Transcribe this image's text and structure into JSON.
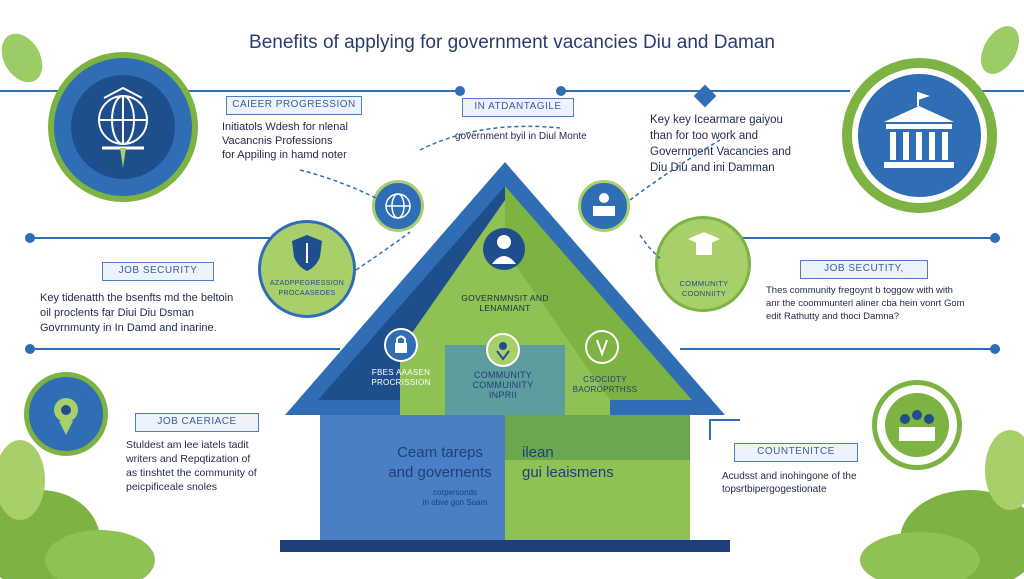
{
  "title": "Benefits of applying for government vacancies Diu and Daman",
  "top_left": {
    "pill": "CAIEER PROGRESSION",
    "text": [
      "Initiatols Wdesh for nlenal",
      "Vacancnis Professions",
      "for Appiling in hamd noter"
    ]
  },
  "top_center": {
    "pill": "IN ATDANTAGILE",
    "text": "government byil in Diul Monte"
  },
  "top_right": {
    "text": [
      "Key key Icearmare gaiyou",
      "than for too work and",
      "Government Vacancies and",
      "Diu Diu and ini Damman"
    ]
  },
  "mid_left": {
    "pill": "JOB SECURITY",
    "text": [
      "Key tidenatth the bsenfts md the beltoin",
      "oil proclents far Diui Diu Dsman",
      "Govrnmunty in In Damd and inarine."
    ]
  },
  "mid_right": {
    "pill": "JOB SECUTITY,",
    "text": [
      "Thes community fregoynt b toggow with with",
      "anr the coommunterl aliner cba hein vonrt Gom",
      "edit Rathutty and thoci Damna?"
    ]
  },
  "low_left": {
    "pill": "JOB CAERIACE",
    "text": [
      "Stuldest am lee iatels tadit",
      "writers and Repqtization of",
      "as tinshtet the community of",
      "peicpificeale snoles"
    ]
  },
  "low_right": {
    "pill": "COUNTENITCE",
    "text": [
      "Acudsst and inohingone of the",
      "topsrtbipergogestionate"
    ]
  },
  "shield_circle": "AZADPPEGRESSION PROCAASEOES",
  "community_circle": "COMMUNITY COONNIITY",
  "house": {
    "roof_top": "GOVERNMNSIT AND LENAMIANT",
    "left_label": "FBES AAASEN PROCRISSION",
    "right_label": "CSOCIDTY BAOROPRTHSS",
    "center_label": "COMMUNITY COMMUINITY INPRII",
    "big_left": [
      "Cеam tareps",
      "and governents"
    ],
    "big_right": [
      "ilean",
      "gui leaismens"
    ],
    "small_left": [
      "corpersonds",
      "in obve gon Suam"
    ]
  },
  "colors": {
    "primary_blue": "#2f6db5",
    "dark_blue": "#1f4e8c",
    "green": "#7cb342",
    "light_green": "#a8cf6a"
  },
  "icons": [
    "globe-icon",
    "courthouse-icon",
    "shield-icon",
    "graduation-cap-icon",
    "person-icon",
    "hand-icon",
    "padlock-icon",
    "people-icon"
  ]
}
